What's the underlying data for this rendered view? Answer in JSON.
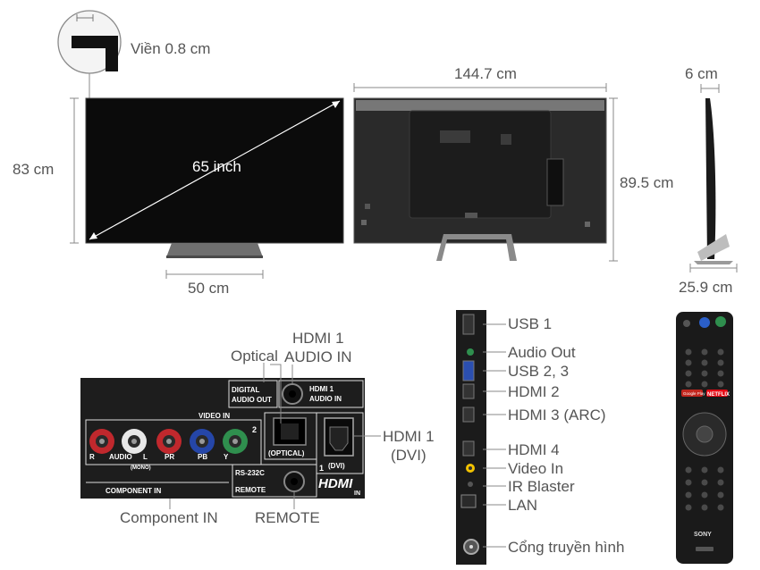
{
  "dimensions": {
    "bezel": "Viền 0.8 cm",
    "screen_size": "65 inch",
    "height_front": "83 cm",
    "stand_width": "50 cm",
    "width": "144.7 cm",
    "height_back": "89.5 cm",
    "depth": "6 cm",
    "stand_depth": "25.9 cm"
  },
  "rear_panel_callouts": {
    "optical": "Optical",
    "hdmi1_audio_in": "HDMI 1\nAUDIO IN",
    "hdmi1_dvi": "HDMI 1\n(DVI)",
    "component_in": "Component IN",
    "remote": "REMOTE"
  },
  "rear_panel_printed": {
    "digital_audio_out": "DIGITAL",
    "digital_audio_out2": "AUDIO OUT",
    "hdmi1": "HDMI 1",
    "audio_in": "AUDIO IN",
    "video_in": "VIDEO IN",
    "optical": "(OPTICAL)",
    "dvi": "(DVI)",
    "rs232c": "RS-232C",
    "remote": "REMOTE",
    "component_in": "COMPONENT IN",
    "audio_r": "R",
    "audio_label": "AUDIO",
    "audio_l": "L",
    "mono": "(MONO)",
    "pr": "PR",
    "pb": "PB",
    "y": "Y",
    "hdmi_logo": "HDMI",
    "in": "IN",
    "port1": "1",
    "port2": "2"
  },
  "side_ports": [
    "USB 1",
    "Audio Out",
    "USB 2, 3",
    "HDMI 2",
    "HDMI 3 (ARC)",
    "HDMI 4",
    "Video In",
    "IR Blaster",
    "LAN",
    "Cổng truyền hình"
  ],
  "remote": {
    "brand": "SONY",
    "netflix": "NETFLIX",
    "google_play": "Google Play"
  },
  "colors": {
    "text": "#555555",
    "tv_black": "#0b0b0b",
    "panel": "#1d1d1d",
    "rca_red": "#c0282d",
    "rca_white": "#e8e8e8",
    "rca_blue": "#2546a8",
    "rca_green": "#2f8f4e",
    "netflix_red": "#e50914"
  }
}
